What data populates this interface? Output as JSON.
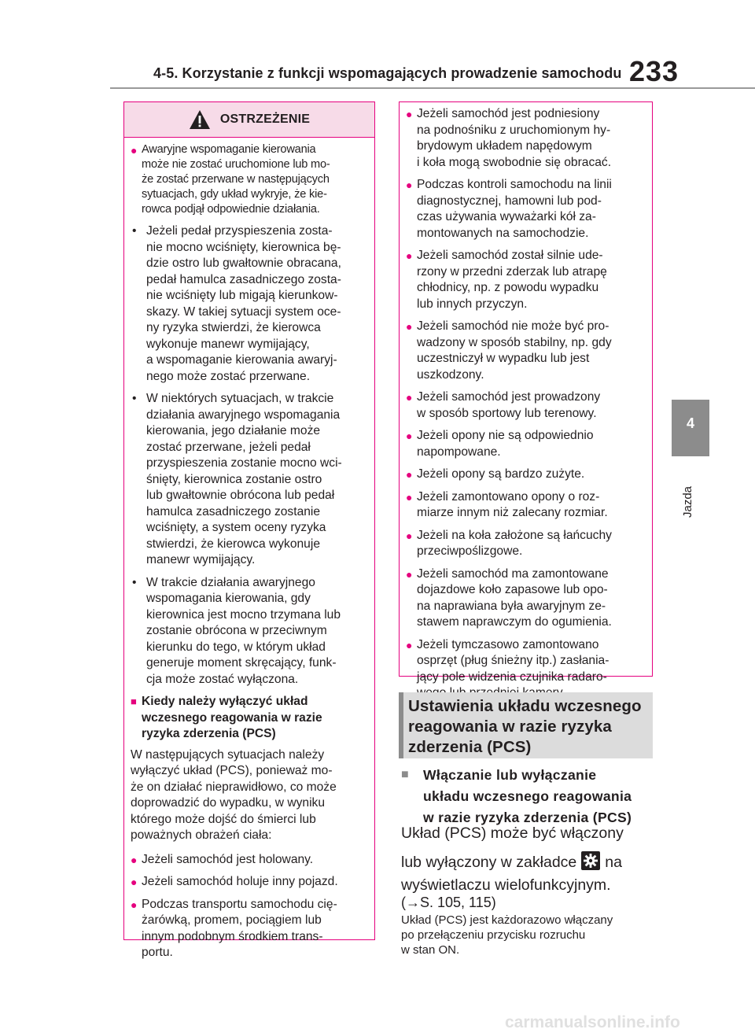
{
  "header": {
    "title": "4-5. Korzystanie z funkcji wspomagających prowadzenie samochodu",
    "page_number": "233"
  },
  "side_tab": {
    "number": "4",
    "label": "Jazda"
  },
  "warning": {
    "title": "OSTRZEŻENIE",
    "intro_bullet": "Awaryjne wspomaganie kierowania\nmoże nie zostać uruchomione lub mo-\nże zostać przerwane w następujących\nsytuacjach, gdy układ wykryje, że kie-\nrowca podjął odpowiednie działania.",
    "dash_items": [
      "Jeżeli pedał przyspieszenia zosta-\nnie mocno wciśnięty, kierownica bę-\ndzie ostro lub gwałtownie obracana,\npedał hamulca zasadniczego zosta-\nnie wciśnięty lub migają kierunkow-\nskazy. W takiej sytuacji system oce-\nny ryzyka stwierdzi, że kierowca\nwykonuje manewr wymijający,\na wspomaganie kierowania awaryj-\nnego może zostać przerwane.",
      "W niektórych sytuacjach, w trakcie\ndziałania awaryjnego wspomagania\nkierowania, jego działanie może\nzostać przerwane, jeżeli pedał\nprzyspieszenia zostanie mocno wci-\nśnięty, kierownica zostanie ostro\nlub gwałtownie obrócona lub pedał\nhamulca zasadniczego zostanie\nwciśnięty, a system oceny ryzyka\nstwierdzi, że kierowca wykonuje\nmanewr wymijający.",
      "W trakcie działania awaryjnego\nwspomagania kierowania, gdy\nkierownica jest mocno trzymana lub\nzostanie obrócona w przeciwnym\nkierunku do tego, w którym układ\ngeneruje moment skręcający, funk-\ncja może zostać wyłączona."
    ],
    "subheading": "Kiedy należy wyłączyć układ\nwczesnego reagowania w razie\nryzyka zderzenia (PCS)",
    "paragraph": "W następujących sytuacjach należy\nwyłączyć układ (PCS), ponieważ mo-\nże on działać nieprawidłowo, co może\ndoprowadzić do wypadku, w wyniku\nktórego może dojść do śmierci lub\npoważnych obrażeń ciała:",
    "bullets": [
      "Jeżeli samochód jest holowany.",
      "Jeżeli samochód holuje inny pojazd.",
      "Podczas transportu samochodu cię-\nżarówką, promem, pociągiem lub\ninnym podobnym środkiem trans-\nportu."
    ]
  },
  "right_box": {
    "bullets": [
      "Jeżeli samochód jest podniesiony\nna podnośniku z uruchomionym hy-\nbrydowym układem napędowym\ni koła mogą swobodnie się obracać.",
      "Podczas kontroli samochodu na linii\ndiagnostycznej, hamowni lub pod-\nczas używania wyważarki kół za-\nmontowanych na samochodzie.",
      "Jeżeli samochód został silnie ude-\nrzony w przedni zderzak lub atrapę\nchłodnicy, np. z powodu wypadku\nlub innych przyczyn.",
      "Jeżeli samochód nie może być pro-\nwadzony w sposób stabilny, np. gdy\nuczestniczył w wypadku lub jest\nuszkodzony.",
      "Jeżeli samochód jest prowadzony\nw sposób sportowy lub terenowy.",
      "Jeżeli opony nie są odpowiednio\nnapompowane.",
      "Jeżeli opony są bardzo zużyte.",
      "Jeżeli zamontowano opony o roz-\nmiarze innym niż zalecany rozmiar.",
      "Jeżeli na koła założone są łańcuchy\nprzeciwpoślizgowe.",
      "Jeżeli samochód ma zamontowane\ndojazdowe koło zapasowe lub opo-\nna naprawiana była awaryjnym ze-\nstawem naprawczym do ogumienia.",
      "Jeżeli tymczasowo zamontowano\nosprzęt (pług śnieżny itp.) zasłania-\njący pole widzenia czujnika radaro-\nwego lub przedniej kamery."
    ]
  },
  "section": {
    "title": "Ustawienia układu wczesnego\nreagowania w razie ryzyka\nzderzenia (PCS)"
  },
  "toggle": {
    "heading": "Włączanie lub wyłączanie\nukładu wczesnego reagowania\nw razie ryzyka zderzenia (PCS)",
    "line1": "Układ (PCS) może być włączony",
    "line2_before": "lub wyłączony w zakładce",
    "line2_after": "na",
    "line3": "wyświetlaczu wielofunkcyjnym.",
    "line4": "(→S. 105, 115)",
    "note": "Układ (PCS) jest każdorazowo włączany\npo przełączeniu przycisku rozruchu\nw stan ON."
  },
  "watermark": "carmanualsonline.info",
  "colors": {
    "accent": "#e5007e",
    "warning_bg": "#f7dbe8",
    "section_bg": "#dcdcdc",
    "tab_gray": "#8c8c8c"
  }
}
